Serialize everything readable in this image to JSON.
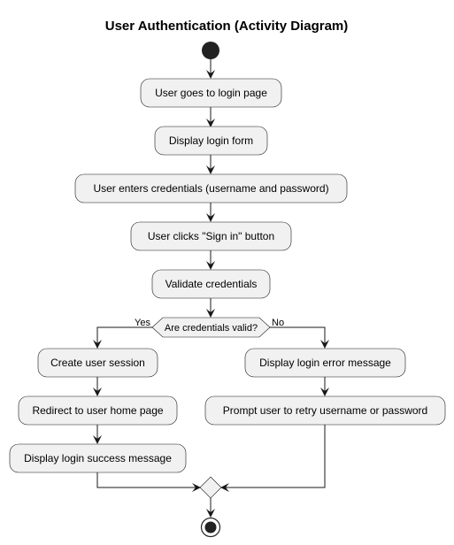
{
  "title": "User Authentication (Activity Diagram)",
  "nodes": {
    "login_page": "User goes to login page",
    "login_form": "Display login form",
    "enter_credentials": "User enters credentials (username and password)",
    "click_sign_in": "User clicks \"Sign in\" button",
    "validate": "Validate credentials",
    "decision": "Are credentials valid?",
    "create_session": "Create user session",
    "redirect_home": "Redirect to user home page",
    "success_message": "Display login success message",
    "error_message": "Display login error message",
    "retry_prompt": "Prompt user to retry username or password"
  },
  "branches": {
    "yes": "Yes",
    "no": "No"
  },
  "colors": {
    "node_fill": "#f1f1f1",
    "stroke": "#181818",
    "start_fill": "#222222"
  }
}
